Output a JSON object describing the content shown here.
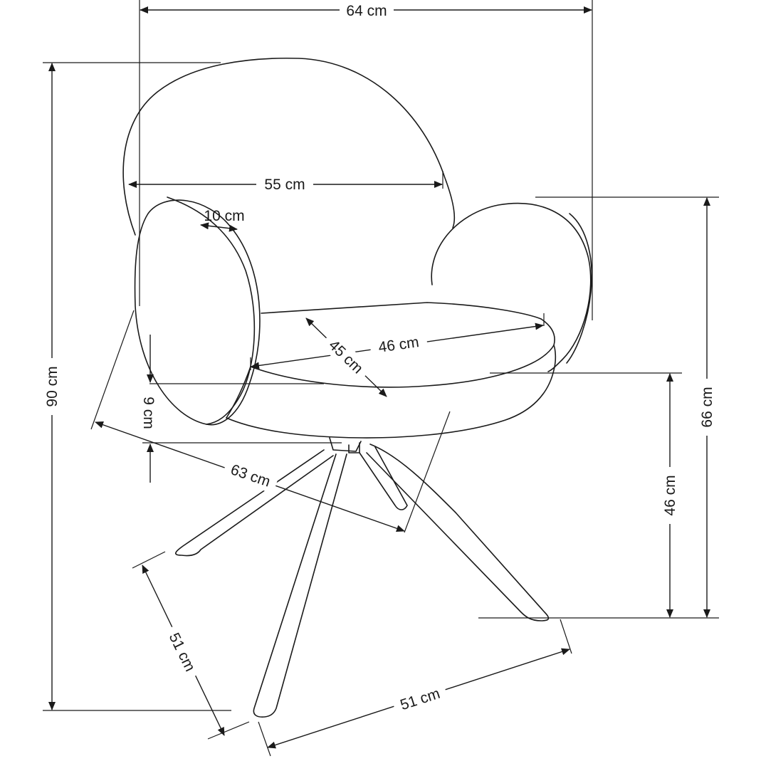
{
  "diagram": {
    "dimensions": {
      "overall_width": "64 cm",
      "seat_back_width": "55 cm",
      "armrest_thickness": "10 cm",
      "seat_depth": "45 cm",
      "seat_width": "46 cm",
      "overall_height": "90 cm",
      "armrest_height": "66 cm",
      "seat_height": "46 cm",
      "seat_thickness": "9 cm",
      "overall_depth": "63 cm",
      "base_depth": "51 cm",
      "base_width": "51 cm"
    },
    "colors": {
      "line": "#1a1a1a",
      "background": "#ffffff"
    }
  }
}
